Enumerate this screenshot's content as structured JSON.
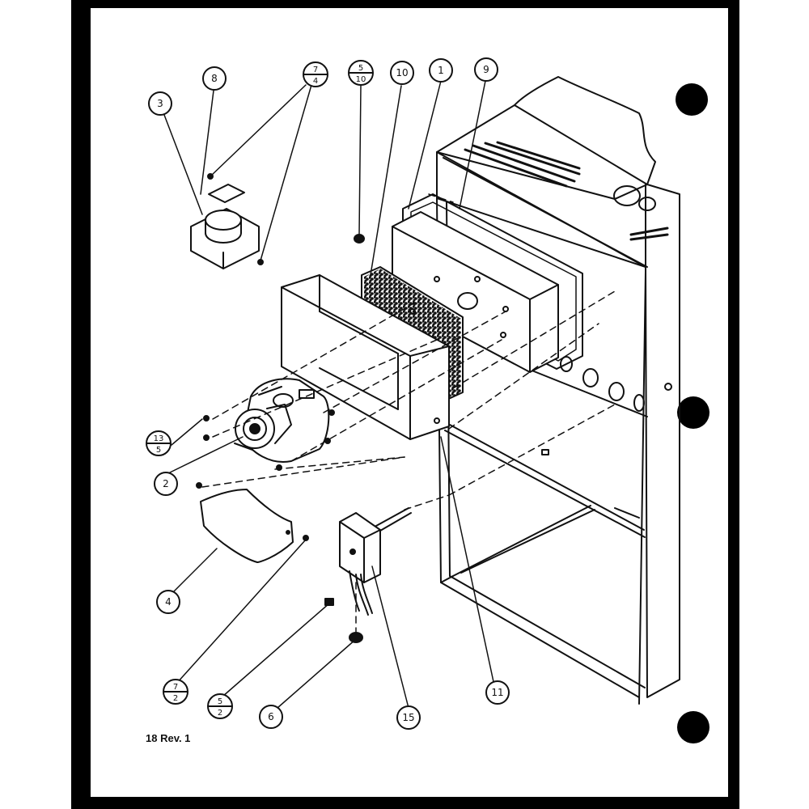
{
  "document": {
    "footer_label": "18 Rev. 1"
  },
  "callouts": {
    "c1": "1",
    "c2": "2",
    "c3": "3",
    "c4": "4",
    "c6": "6",
    "c8": "8",
    "c9": "9",
    "c10": "10",
    "c11": "11",
    "c15": "15",
    "f7_4": {
      "top": "7",
      "bottom": "4"
    },
    "f5_10": {
      "top": "5",
      "bottom": "10"
    },
    "f13_5": {
      "top": "13",
      "bottom": "5"
    },
    "f7_2": {
      "top": "7",
      "bottom": "2"
    },
    "f5_2": {
      "top": "5",
      "bottom": "2"
    }
  },
  "colors": {
    "ink": "#111111",
    "frame": "#000000",
    "paper": "#ffffff"
  }
}
